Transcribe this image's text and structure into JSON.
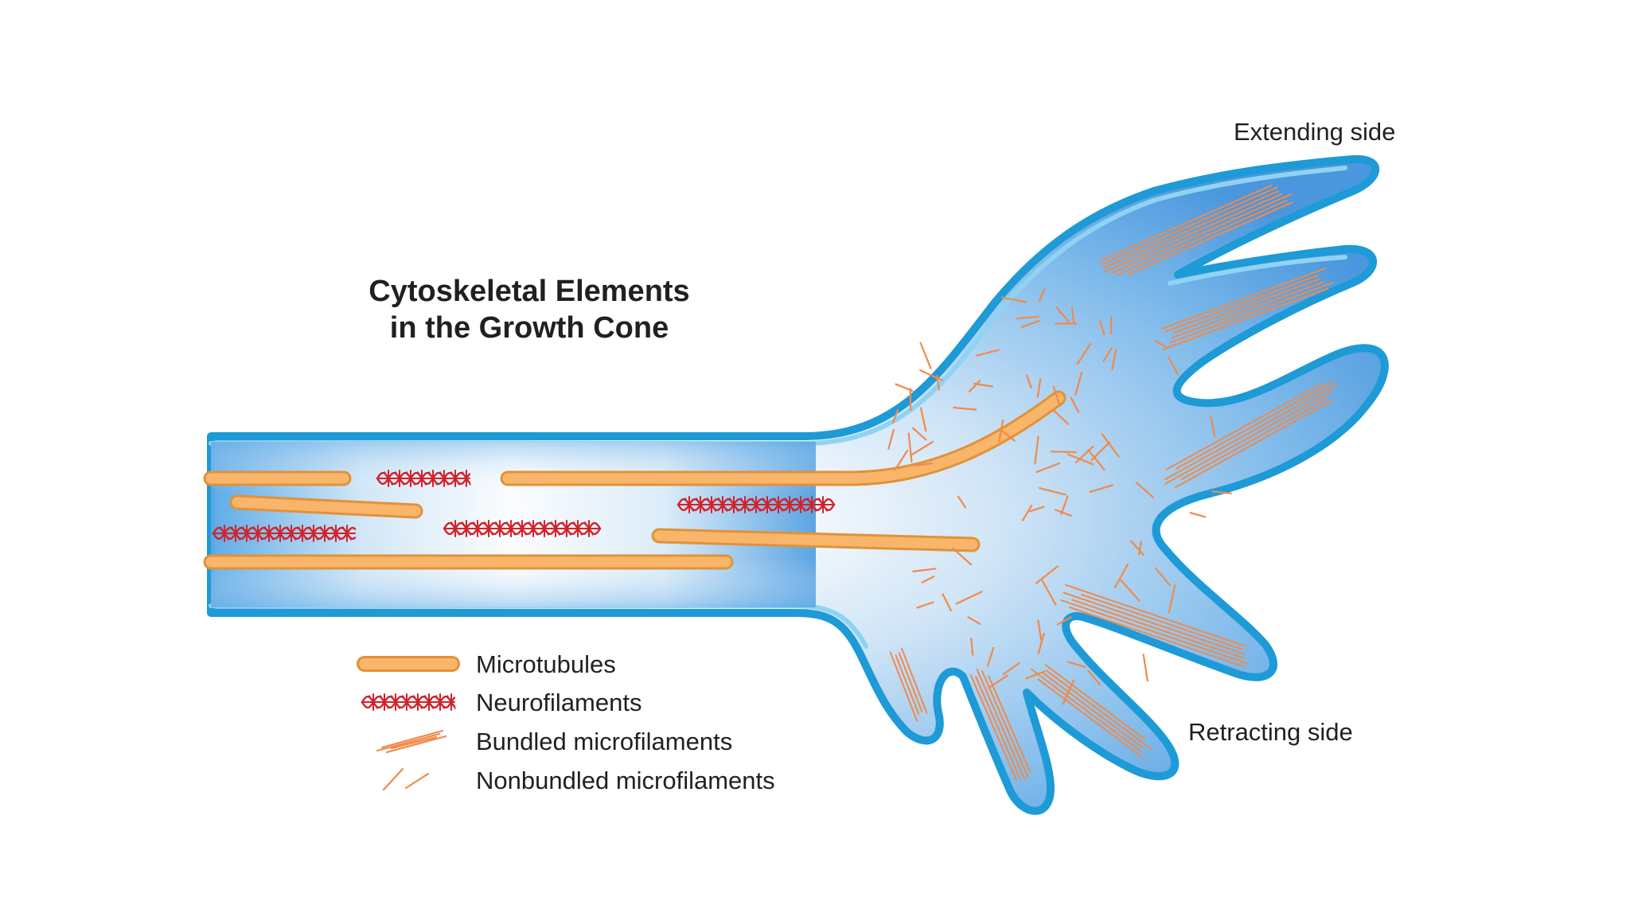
{
  "title": {
    "line1": "Cytoskeletal Elements",
    "line2": "in the Growth Cone"
  },
  "annotations": {
    "extending": "Extending side",
    "retracting": "Retracting side"
  },
  "legend": {
    "items": [
      {
        "label": "Microtubules",
        "icon": "microtubule-icon"
      },
      {
        "label": "Neurofilaments",
        "icon": "neurofilament-icon"
      },
      {
        "label": "Bundled microfilaments",
        "icon": "bundled-microfilament-icon"
      },
      {
        "label": "Nonbundled microfilaments",
        "icon": "nonbundled-microfilament-icon"
      }
    ]
  },
  "colors": {
    "membrane": "#1e9ad6",
    "membrane_light": "#8fd3f2",
    "cytoplasm": "#5aa9e6",
    "microtubule": "#f9b66a",
    "microtubule_edge": "#e0923a",
    "neurofilament": "#d2232a",
    "microfilament": "#f08a4b",
    "text": "#231f20"
  }
}
